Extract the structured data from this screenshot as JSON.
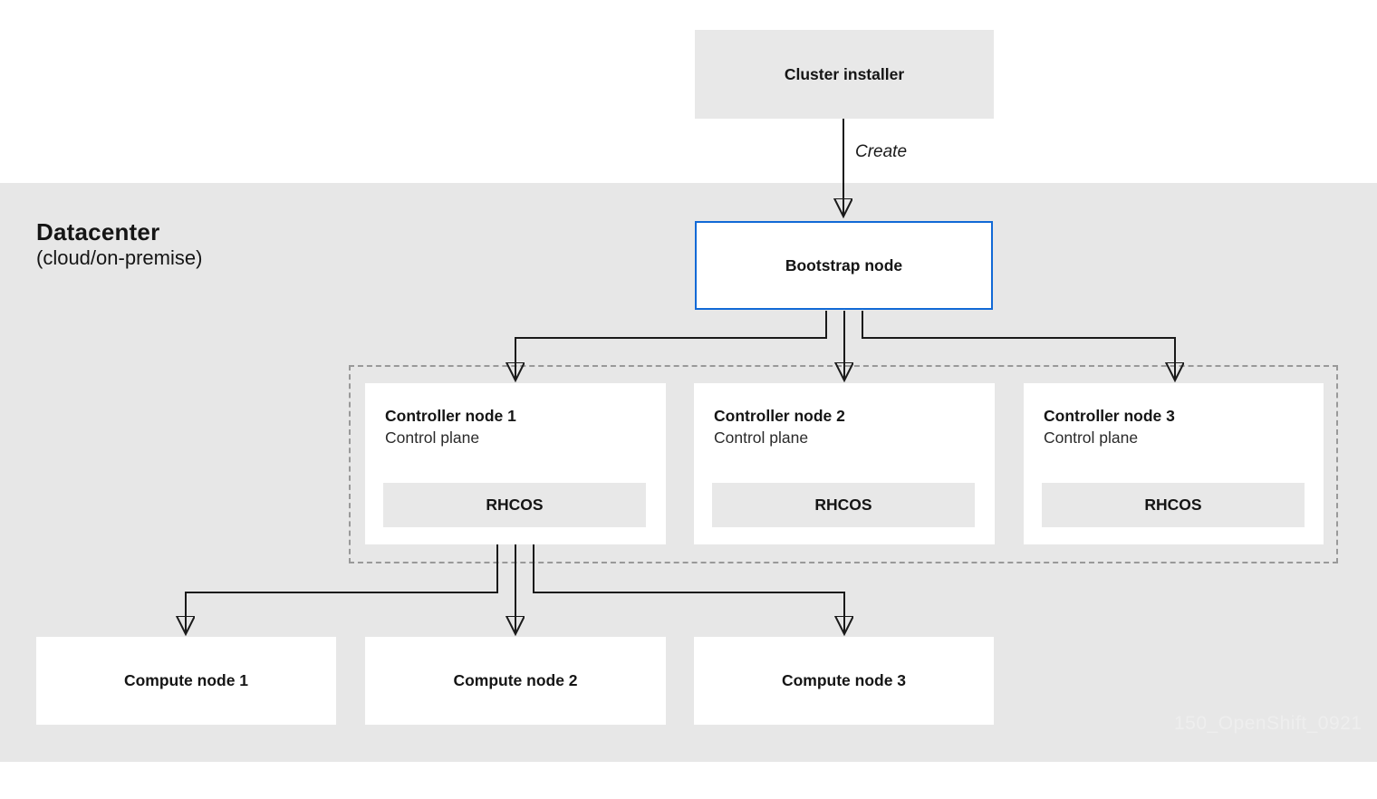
{
  "installer": {
    "label": "Cluster installer"
  },
  "create_label": "Create",
  "datacenter": {
    "title": "Datacenter",
    "subtitle": "(cloud/on-premise)"
  },
  "bootstrap": {
    "label": "Bootstrap node"
  },
  "control_plane_group": {
    "nodes": [
      {
        "title": "Controller node 1",
        "role": "Control plane",
        "os_label": "RHCOS"
      },
      {
        "title": "Controller node 2",
        "role": "Control plane",
        "os_label": "RHCOS"
      },
      {
        "title": "Controller node 3",
        "role": "Control plane",
        "os_label": "RHCOS"
      }
    ]
  },
  "compute_nodes": [
    {
      "label": "Compute node 1"
    },
    {
      "label": "Compute node 2"
    },
    {
      "label": "Compute node 3"
    }
  ],
  "watermark": "150_OpenShift_0921",
  "colors": {
    "accent_blue": "#1169d6",
    "band_gray": "#e7e7e7",
    "box_gray": "#e8e8e8",
    "line_black": "#1a1a1a",
    "dash_gray": "#999999",
    "watermark_gray": "#eeeeee",
    "text": "#151515"
  }
}
